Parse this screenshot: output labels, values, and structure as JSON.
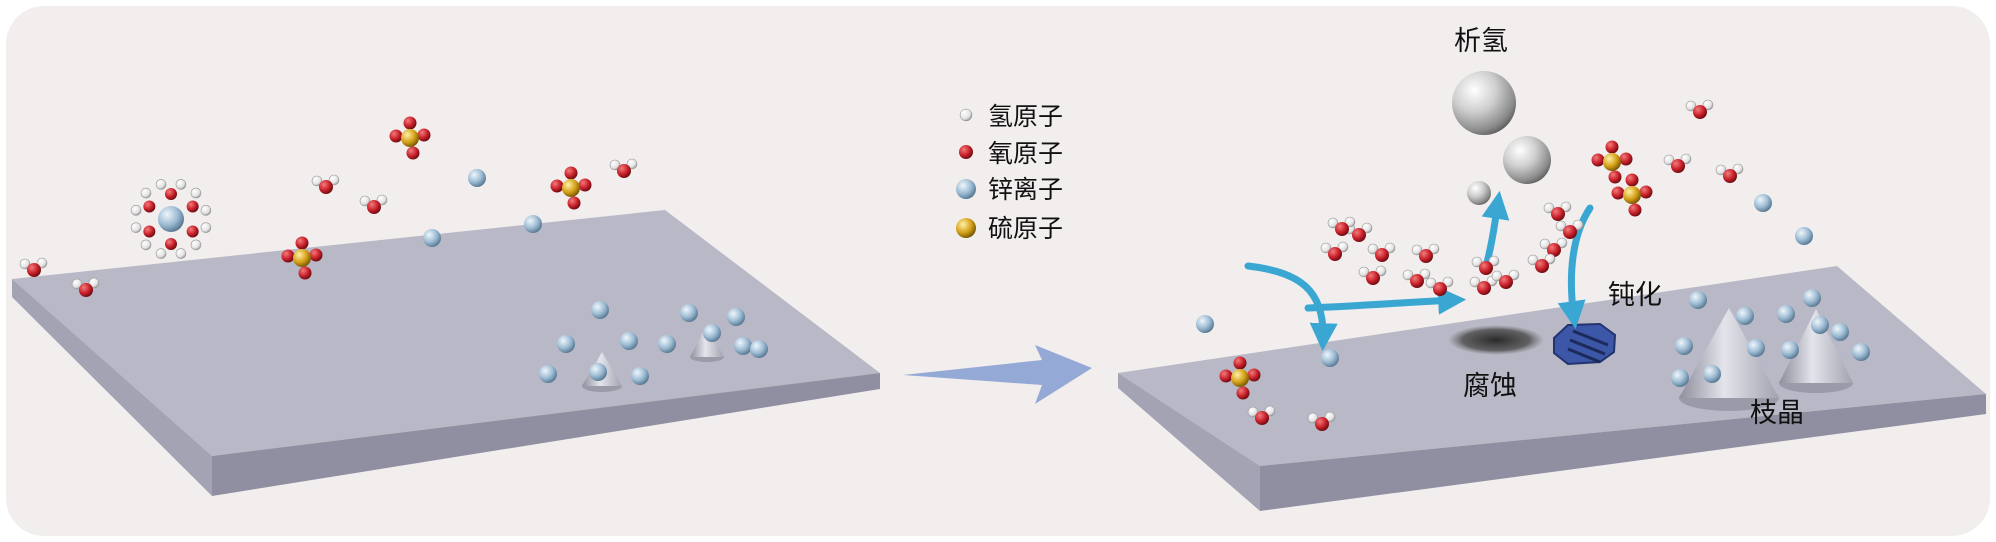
{
  "legend": [
    {
      "label": "氢原子",
      "marker": "hydrogen-atom"
    },
    {
      "label": "氧原子",
      "marker": "oxygen-atom"
    },
    {
      "label": "锌离子",
      "marker": "zinc-ion"
    },
    {
      "label": "硫原子",
      "marker": "sulfur-atom"
    }
  ],
  "annotations": {
    "hydrogen_evolution": "析氢",
    "passivation": "钝化",
    "corrosion": "腐蚀",
    "dendrite": "枝晶"
  },
  "colors": {
    "background_panel": "#f2eeee",
    "plate_top": "#b5b5c5",
    "plate_front": "#8f8fa1",
    "hydrogen": "#f4f4f4",
    "oxygen": "#c8202a",
    "zinc": "#9bbad2",
    "sulfur": "#d4a017",
    "flow_arrow": "#3aa7d2",
    "transition_arrow": "#8fa4d4",
    "passivation_layer": "#3c56a8",
    "corrosion_spot": "#3a3a3a"
  }
}
